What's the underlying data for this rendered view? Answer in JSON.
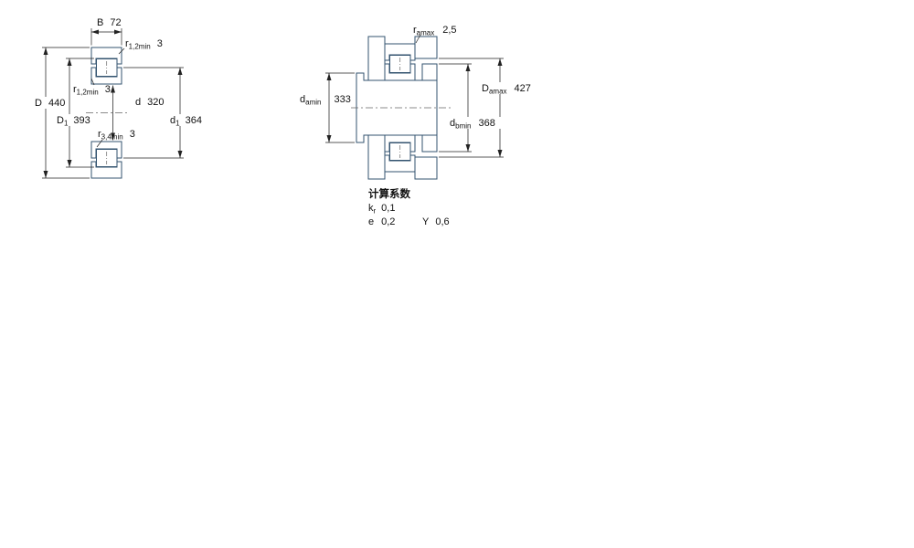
{
  "left_drawing": {
    "title": "bearing cross-section view",
    "dim_B": {
      "label": "B",
      "value": "72"
    },
    "dim_r12_top": {
      "label": "r",
      "sub": "1,2min",
      "value": "3"
    },
    "dim_D": {
      "label": "D",
      "value": "440"
    },
    "dim_D1": {
      "label": "D",
      "sub": "1",
      "value": "393"
    },
    "dim_r12_mid": {
      "label": "r",
      "sub": "1,2min",
      "value": "3"
    },
    "dim_d": {
      "label": "d",
      "value": "320"
    },
    "dim_r34": {
      "label": "r",
      "sub": "3,4min",
      "value": "3"
    },
    "dim_d1": {
      "label": "d",
      "sub": "1",
      "value": "364"
    }
  },
  "right_drawing": {
    "title": "mounting dimensions view",
    "dim_ramax": {
      "label": "r",
      "sub": "amax",
      "value": "2,5"
    },
    "dim_damin": {
      "label": "d",
      "sub": "amin",
      "value": "333"
    },
    "dim_Damax": {
      "label": "D",
      "sub": "amax",
      "value": "427"
    },
    "dim_dbmin": {
      "label": "d",
      "sub": "bmin",
      "value": "368"
    },
    "factors": {
      "title": "计算系数",
      "kr": {
        "label": "k",
        "sub": "r",
        "value": "0,1"
      },
      "e": {
        "label": "e",
        "value": "0,2"
      },
      "Y": {
        "label": "Y",
        "value": "0,6"
      }
    }
  },
  "colors": {
    "section_fill": "#bcd0e4",
    "hatch_line": "#8fadcc",
    "part_outline": "#33536f",
    "dimension_line": "#222222"
  }
}
